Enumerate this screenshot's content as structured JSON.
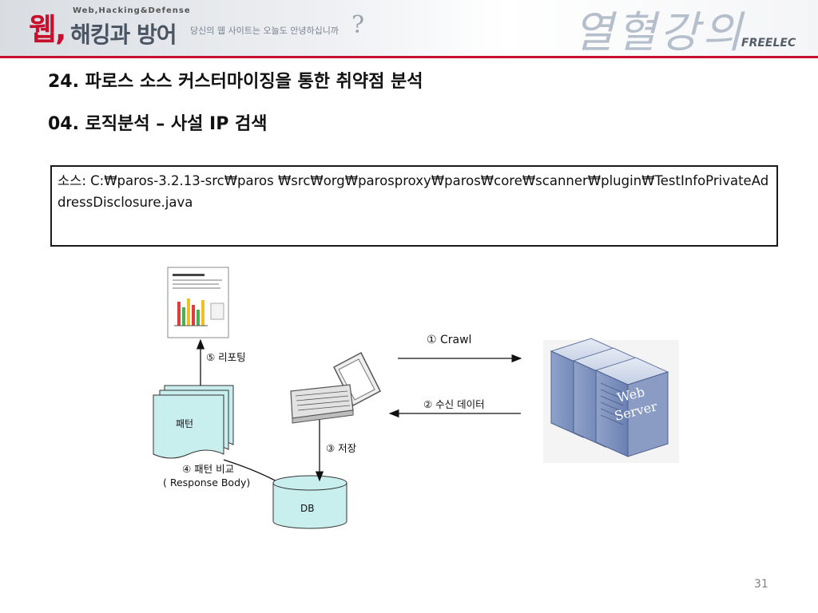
{
  "header": {
    "logo_web": "웹,",
    "logo_sub": "Web,Hacking&Defense",
    "logo_main": "해킹과 방어",
    "tagline": "당신의 웹 사이트는 오늘도 안녕하십니까",
    "tagline_mark": "?",
    "calligraphy": "열혈강의",
    "publisher": "FREELEC"
  },
  "slide": {
    "title": "24. 파로스 소스 커스터마이징을 통한 취약점 분석",
    "subtitle": "04. 로직분석 – 사설 IP 검색",
    "source_text": "소스: C:₩paros-3.2.13-src₩paros ₩src₩org₩parosproxy₩paros₩core₩scanner₩plugin₩TestInfoPrivateAddressDisclosure.java",
    "page_number": "31"
  },
  "diagram": {
    "steps": {
      "crawl": "① Crawl",
      "receive": "② 수신 데이터",
      "store": "③ 저장",
      "compare": "④ 패턴 비교",
      "compare_sub": "( Response Body)",
      "report": "⑤ 리포팅"
    },
    "nodes": {
      "pattern": "패턴",
      "db": "DB",
      "server_line1": "Web",
      "server_line2": "Server"
    }
  }
}
